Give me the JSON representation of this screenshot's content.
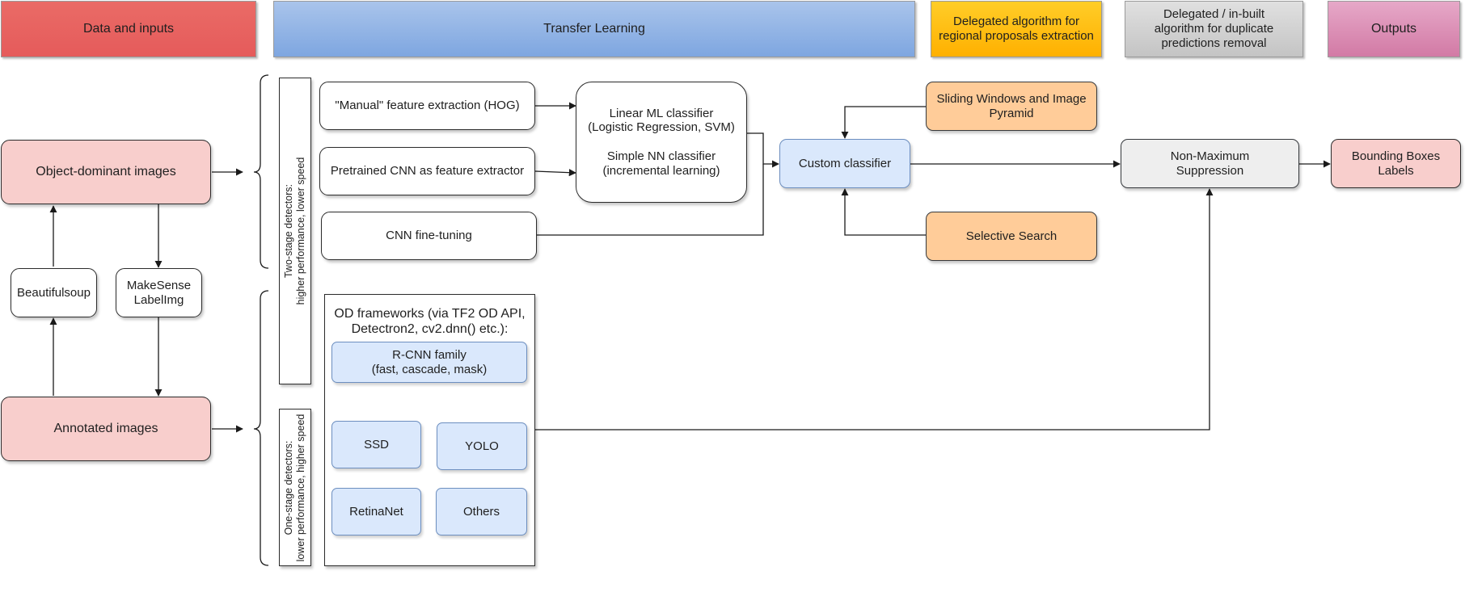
{
  "headers": {
    "data_inputs": "Data and inputs",
    "transfer_learning": "Transfer Learning",
    "delegated_regional": "Delegated algorithm for\nregional proposals extraction",
    "delegated_duplicate": "Delegated / in-built\nalgorithm for duplicate\npredictions removal",
    "outputs": "Outputs"
  },
  "inputs": {
    "object_dominant": "Object-dominant images",
    "annotated": "Annotated images",
    "beautifulsoup": "Beautifulsoup",
    "makesense": "MakeSense\nLabelImg"
  },
  "groups": {
    "two_stage": "Two-stage detectors:\nhigher performance, lower speed",
    "one_stage": "One-stage detectors:\nlower performance, higher speed"
  },
  "two_stage": {
    "manual_features": "\"Manual\" feature extraction (HOG)",
    "pretrained_cnn": "Pretrained CNN as feature extractor",
    "cnn_finetuning": "CNN fine-tuning",
    "classifier": "Linear ML classifier\n(Logistic Regression, SVM)\n\nSimple NN classifier\n(incremental learning)"
  },
  "od_frameworks": {
    "title": "OD frameworks (via TF2 OD API,\nDetectron2, cv2.dnn() etc.):",
    "rcnn": "R-CNN family\n(fast, cascade, mask)",
    "ssd": "SSD",
    "yolo": "YOLO",
    "retinanet": "RetinaNet",
    "others": "Others"
  },
  "pipeline": {
    "custom_classifier": "Custom classifier",
    "sliding_windows": "Sliding Windows and Image\nPyramid",
    "selective_search": "Selective Search",
    "nms": "Non-Maximum\nSuppression",
    "outputs": "Bounding Boxes\nLabels"
  },
  "colors": {
    "header_red": "#e55b5b",
    "header_blue": "#7ea6e0",
    "header_orange": "#ffb000",
    "header_gray": "#c4c4c4",
    "header_purple": "#d27aa5",
    "node_pink": "#f8cecc",
    "node_blue": "#dae8fc",
    "node_orange": "#ffcc99",
    "node_gray": "#eeeeee"
  }
}
